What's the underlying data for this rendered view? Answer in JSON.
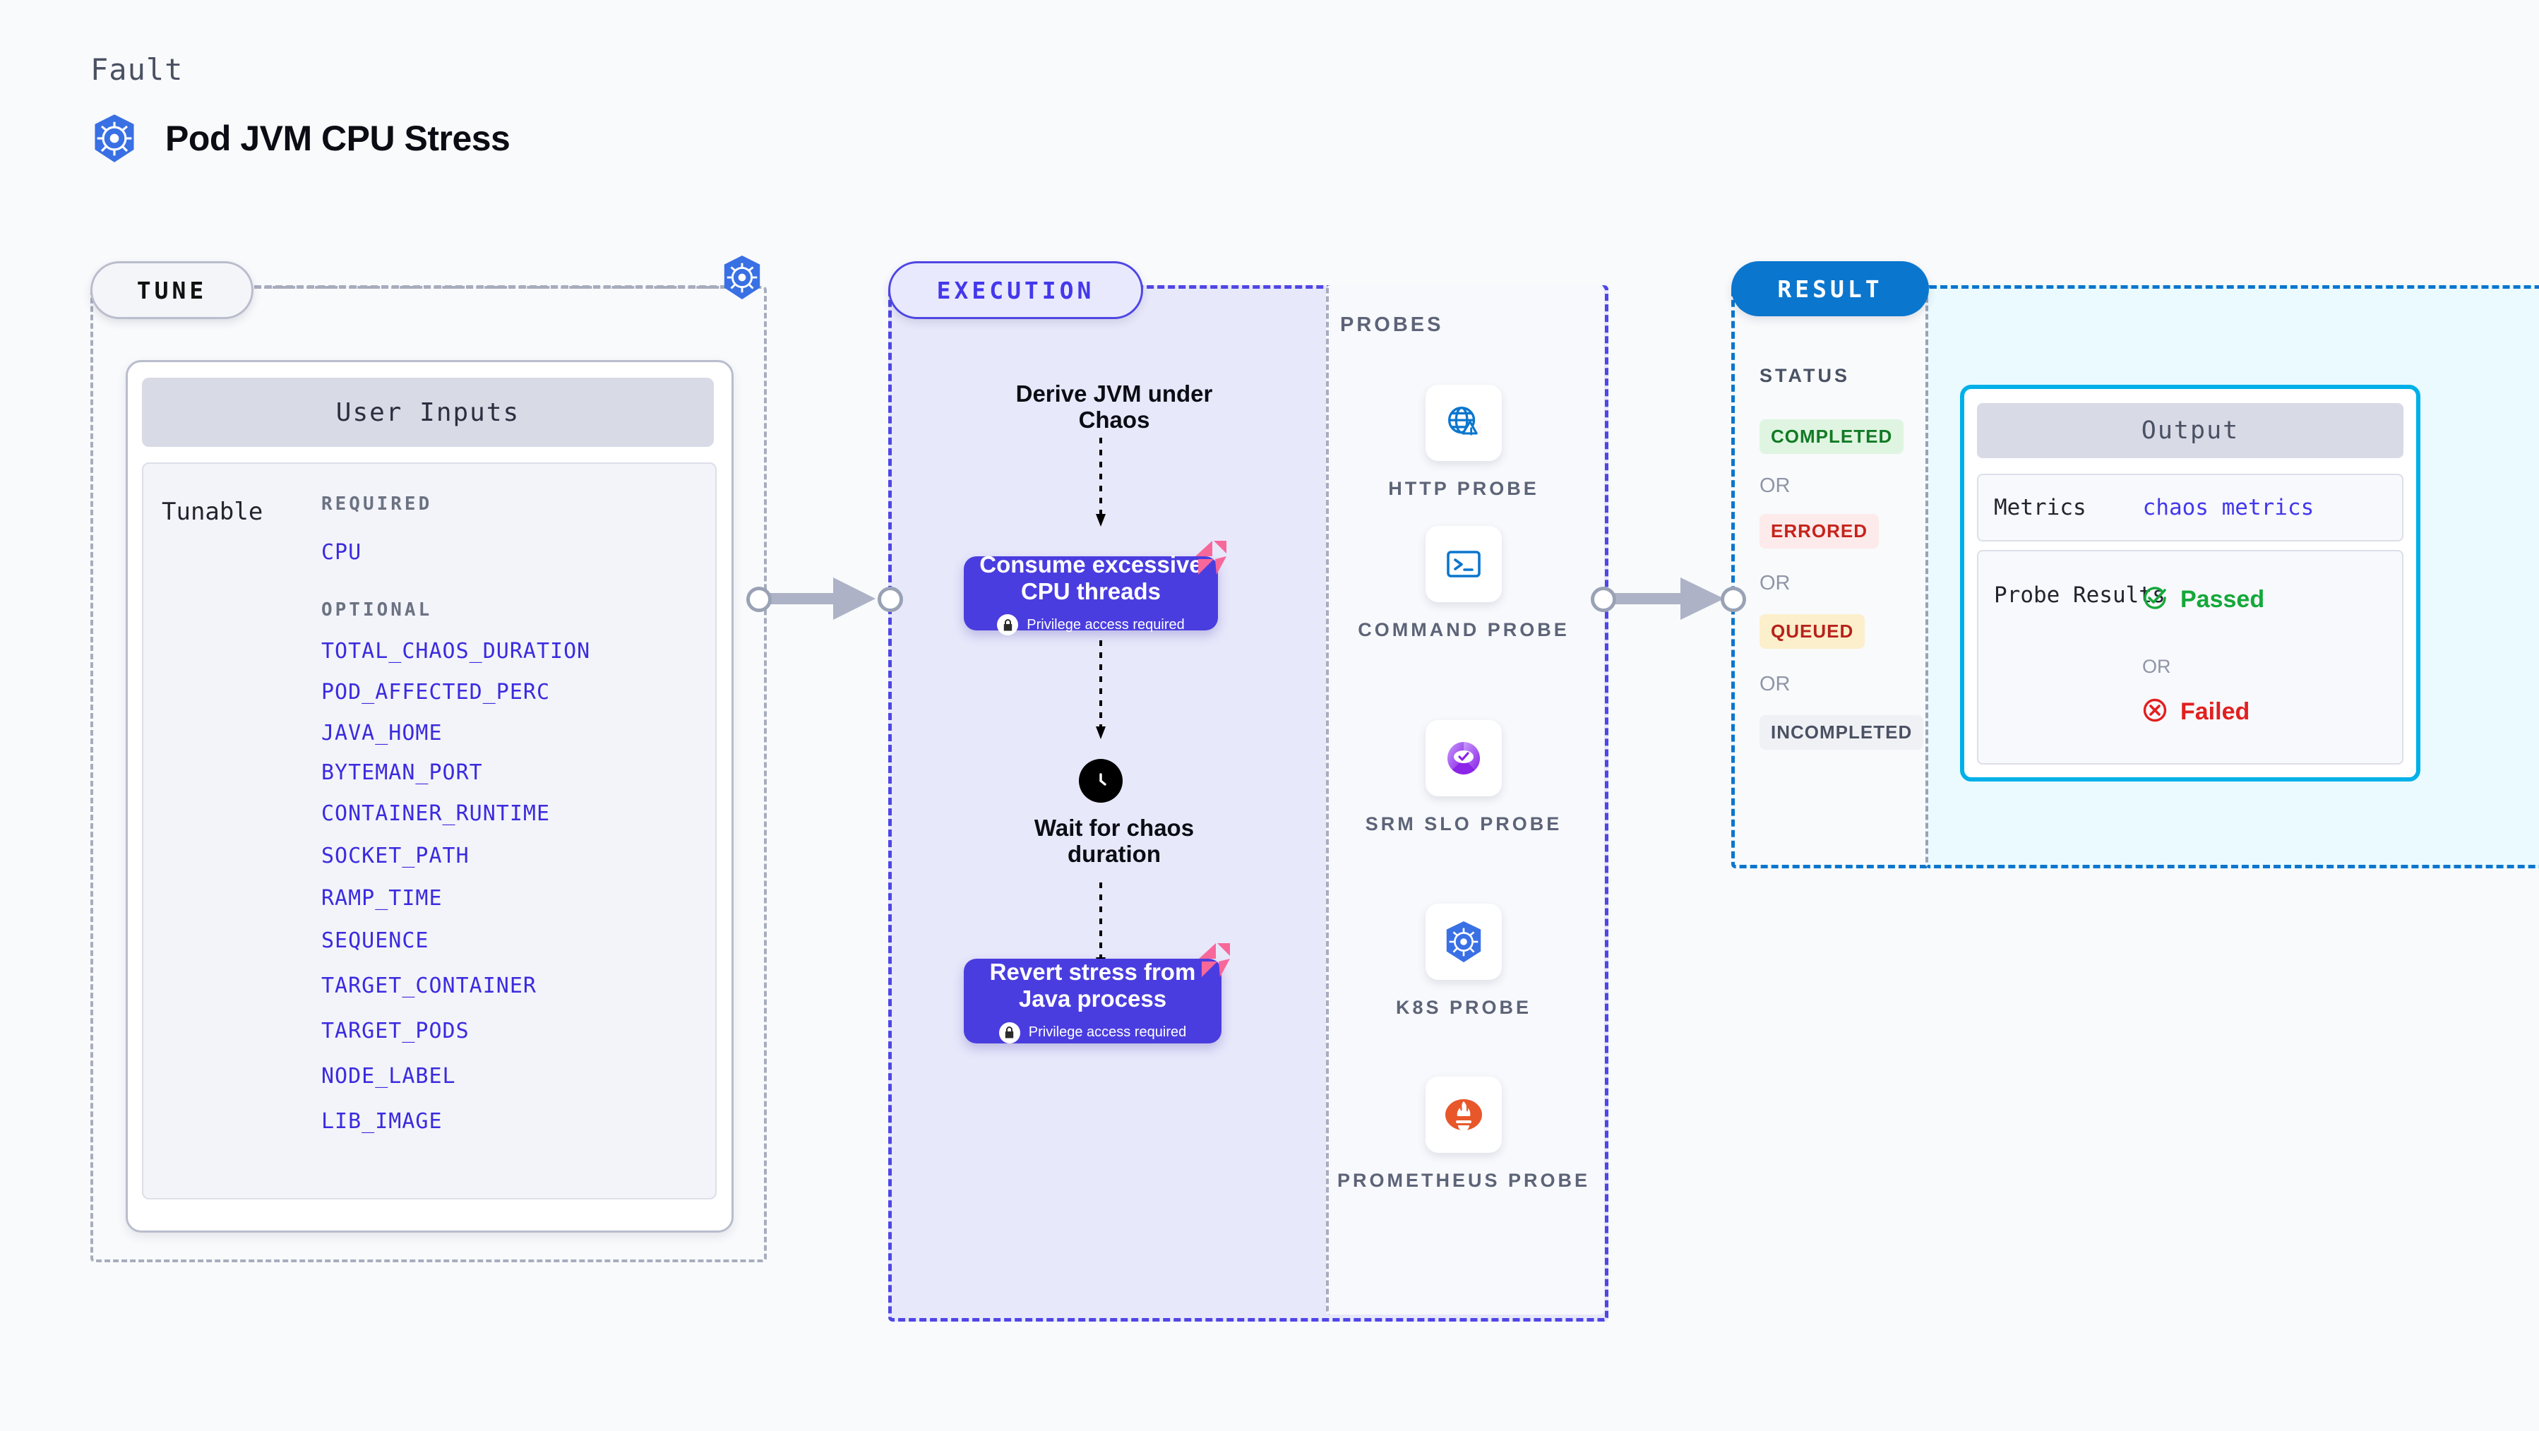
{
  "header": {
    "eyebrow": "Fault",
    "title": "Pod JVM CPU Stress",
    "icon": "kubernetes-icon"
  },
  "tune": {
    "pill_label": "TUNE",
    "icon": "kubernetes-icon",
    "card": {
      "title": "User Inputs",
      "row_label": "Tunable",
      "groups": [
        {
          "heading": "REQUIRED",
          "params": [
            "CPU"
          ]
        },
        {
          "heading": "OPTIONAL",
          "params": [
            "TOTAL_CHAOS_DURATION",
            "POD_AFFECTED_PERC",
            "JAVA_HOME",
            "BYTEMAN_PORT",
            "CONTAINER_RUNTIME",
            "SOCKET_PATH",
            "RAMP_TIME",
            "SEQUENCE",
            "TARGET_CONTAINER",
            "TARGET_PODS",
            "NODE_LABEL",
            "LIB_IMAGE"
          ]
        }
      ]
    }
  },
  "execution": {
    "pill_label": "EXECUTION",
    "steps": [
      {
        "kind": "text",
        "label": "Derive JVM under Chaos"
      },
      {
        "kind": "action",
        "label": "Consume excessive CPU threads",
        "note": "Privilege access required",
        "note_icon": "lock-icon",
        "marker_icon": "chaos-marker-icon"
      },
      {
        "kind": "wait",
        "label": "Wait for chaos duration",
        "icon": "clock-icon"
      },
      {
        "kind": "action",
        "label": "Revert stress from Java process",
        "note": "Privilege access required",
        "note_icon": "lock-icon",
        "marker_icon": "chaos-marker-icon"
      }
    ]
  },
  "probes": {
    "title": "PROBES",
    "items": [
      {
        "name": "HTTP PROBE",
        "icon": "globe-warning-icon"
      },
      {
        "name": "COMMAND PROBE",
        "icon": "terminal-icon"
      },
      {
        "name": "SRM SLO PROBE",
        "icon": "slo-gauge-icon"
      },
      {
        "name": "K8S PROBE",
        "icon": "kubernetes-icon"
      },
      {
        "name": "PROMETHEUS PROBE",
        "icon": "prometheus-icon"
      }
    ]
  },
  "result": {
    "pill_label": "RESULT",
    "status_label": "STATUS",
    "or_label": "OR",
    "statuses": [
      {
        "label": "COMPLETED",
        "bg": "#dff5e1",
        "fg": "#137a25"
      },
      {
        "label": "ERRORED",
        "bg": "#fdeaea",
        "fg": "#c5231c"
      },
      {
        "label": "QUEUED",
        "bg": "#fcefcb",
        "fg": "#b7221c"
      },
      {
        "label": "INCOMPLETED",
        "bg": "#f0f1f5",
        "fg": "#4a5163"
      }
    ]
  },
  "output": {
    "title": "Output",
    "metrics_label": "Metrics",
    "metrics_value": "chaos metrics",
    "probe_results_label": "Probe Results",
    "or_label": "OR",
    "passed_label": "Passed",
    "failed_label": "Failed",
    "passed_icon": "check-circle-icon",
    "failed_icon": "x-circle-icon"
  },
  "colors": {
    "accent_indigo": "#4a3ddf",
    "accent_blue": "#0b76ce",
    "accent_cyan": "#00b0e8",
    "param_blue": "#3b2bdf",
    "pink_marker": "#f8679a",
    "passed_green": "#14a83a",
    "failed_red": "#e21f1f"
  }
}
